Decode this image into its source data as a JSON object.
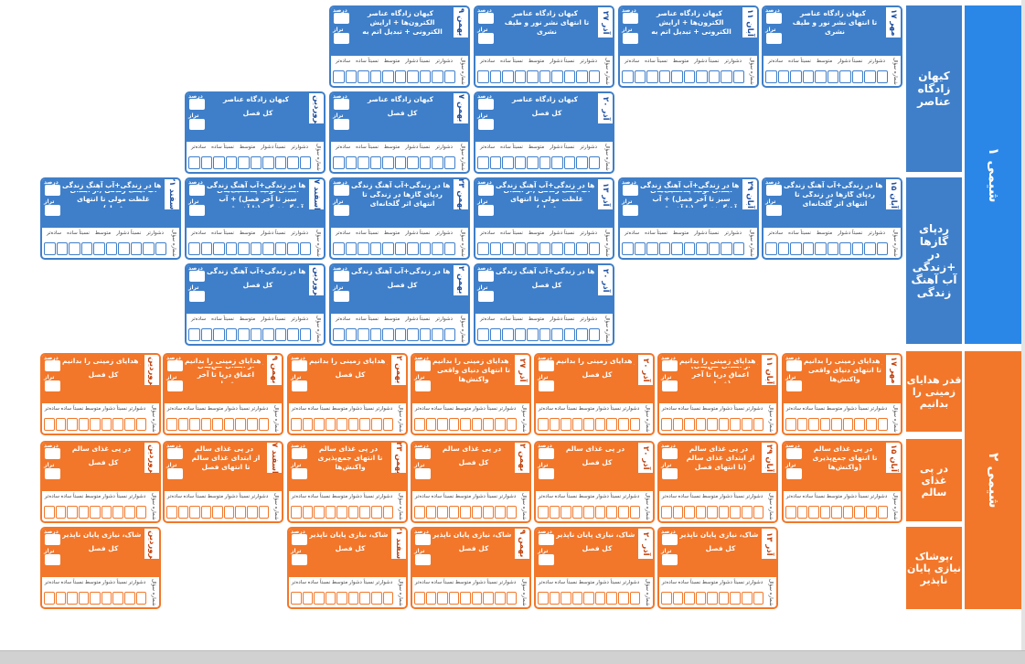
{
  "colors": {
    "blue_bg": "#3f7fc9",
    "blue_dark": "#2a87e8",
    "orange": "#f2772a"
  },
  "chem1": {
    "label": "شیمی ۱"
  },
  "chem2": {
    "label": "شیمی ۲"
  },
  "sections": [
    {
      "line1": "کیهان",
      "line2": "زادگاه",
      "line3": "عناصر"
    },
    {
      "line1": "ردپای گازها",
      "line2": "در زندگی+",
      "line3": "آب آهنگ",
      "line4": "زندگی"
    },
    {
      "line1": "قدر هدایای",
      "line2": "زمینی را",
      "line3": "بدانیم"
    },
    {
      "line1": "در پی غذای",
      "line2": "سالم"
    },
    {
      "line1": "پوشاک،",
      "line2": "نیازی پایان",
      "line3": "ناپذیر"
    }
  ],
  "labels": {
    "total": "تراز",
    "percent": "درصد",
    "cats": [
      "ساده‌تر",
      "نسبتاً ساده",
      "متوسط",
      "نسبتاً دشوار",
      "دشوارتر"
    ],
    "qnum": "شماره سؤال"
  },
  "cards": [
    {
      "c": "blue",
      "date": "۱۷ مهر",
      "title": "کیهان زادگاه عناصر",
      "topic": "تا انتهای نشر نور و طیف نشری"
    },
    {
      "c": "blue",
      "date": "۱۱ آبان",
      "title": "کیهان زادگاه عناصر",
      "topic": "ساختار اتم + توزیع الکترون‌ها + آرایش الکترونی + تبدیل اتم به یون و مولکول"
    },
    {
      "c": "blue",
      "date": "۲۷ آذر",
      "title": "کیهان زادگاه عناصر",
      "topic": "تا انتهای نشر نور و طیف نشری"
    },
    {
      "c": "blue",
      "date": "۹ بهمن",
      "title": "کیهان زادگاه عناصر",
      "topic": "ساختار اتم + توزیع الکترون‌ها + آرایش الکترونی + تبدیل اتم به یون و مولکول"
    },
    {
      "c": "blue",
      "date": "۲۰ آذر",
      "title": "کیهان زادگاه عناصر",
      "topic": "کل فصل"
    },
    {
      "c": "blue",
      "date": "۷ بهمن",
      "title": "کیهان زادگاه عناصر",
      "topic": "کل فصل"
    },
    {
      "c": "blue",
      "date": "۷ فروردین",
      "title": "کیهان زادگاه عناصر",
      "topic": "کل فصل"
    },
    {
      "c": "blue",
      "date": "۱۵ آبان",
      "title": "ردپای گازها در زندگی+آب آهنگ زندگی",
      "topic": "ردپای گازها در زندگی تا انتهای اثر گلخانه‌ای"
    },
    {
      "c": "blue",
      "date": "۲۹ آبان",
      "title": "ردپای گازها در زندگی+آب آهنگ زندگی",
      "topic": "ردپای گازها در زندگی (از ابتدای تولید پلاستیک‌های سبز تا آخر فصل) + آب آهنگ زندگی (تا آخر قسمت در میلیون)"
    },
    {
      "c": "blue",
      "date": "۱۳ آذر",
      "title": "ردپای گازها در زندگی+آب آهنگ زندگی",
      "topic": "آب آهنگ زندگی (از ابتدای غلظت مولی تا انتهای فصل)"
    },
    {
      "c": "blue",
      "date": "۲۳ بهمن",
      "title": "ردپای گازها در زندگی+آب آهنگ زندگی",
      "topic": "ردپای گازها در زندگی تا انتهای اثر گلخانه‌ای"
    },
    {
      "c": "blue",
      "date": "۷ اسفند",
      "title": "ردپای گازها در زندگی+آب آهنگ زندگی",
      "topic": "ردپای گازها در زندگی (از ابتدای تولید پلاستیک‌های سبز تا آخر فصل) + آب آهنگ زندگی (تا آخر قسمت در میلیون)"
    },
    {
      "c": "blue",
      "date": "۲۱ اسفند",
      "title": "ردپای گازها در زندگی+آب آهنگ زندگی",
      "topic": "آب آهنگ زندگی (از ابتدای غلظت مولی تا انتهای فصل)"
    },
    {
      "c": "blue",
      "date": "۲۰ آذر",
      "title": "ردپای گازها در زندگی+آب آهنگ زندگی",
      "topic": "کل فصل"
    },
    {
      "c": "blue",
      "date": "۲ بهمن",
      "title": "ردپای گازها در زندگی+آب آهنگ زندگی",
      "topic": "کل فصل"
    },
    {
      "c": "blue",
      "date": "۷ فروردین",
      "title": "ردپای گازها در زندگی+آب آهنگ زندگی",
      "topic": "کل فصل"
    },
    {
      "c": "orange",
      "date": "۱۷ مهر",
      "title": "قدر هدایای زمینی را بدانیم",
      "topic": "تا انتهای دنیای واقعی واکنش‌ها"
    },
    {
      "c": "orange",
      "date": "۱۱ آبان",
      "title": "قدر هدایای زمینی را بدانیم",
      "topic": "(از ابتدای گنج‌های اعماق دریا تا آخر فصل)"
    },
    {
      "c": "orange",
      "date": "۲۰ آذر",
      "title": "قدر هدایای زمینی را بدانیم",
      "topic": "کل فصل"
    },
    {
      "c": "orange",
      "date": "۲۷ آذر",
      "title": "قدر هدایای زمینی را بدانیم",
      "topic": "تا انتهای دنیای واقعی واکنش‌ها"
    },
    {
      "c": "orange",
      "date": "۲ بهمن",
      "title": "قدر هدایای زمینی را بدانیم",
      "topic": "کل فصل"
    },
    {
      "c": "orange",
      "date": "۹ بهمن",
      "title": "قدر هدایای زمینی را بدانیم",
      "topic": "از ابتدای گنج‌های اعماق دریا تا آخر فصل"
    },
    {
      "c": "orange",
      "date": "۷ فروردین",
      "title": "قدر هدایای زمینی را بدانیم",
      "topic": "کل فصل"
    },
    {
      "c": "orange",
      "date": "۱۵ آبان",
      "title": "در پی غذای سالم",
      "topic": "تا انتهای جمع‌پذیری واکنش‌ها)"
    },
    {
      "c": "orange",
      "date": "۲۹ آبان",
      "title": "در پی غذای سالم",
      "topic": "از ابتدای غذای سالم تا انتهای فصل)"
    },
    {
      "c": "orange",
      "date": "۲۰ آذر",
      "title": "در پی غذای سالم",
      "topic": "کل فصل"
    },
    {
      "c": "orange",
      "date": "۲ بهمن",
      "title": "در پی غذای سالم",
      "topic": "کل فصل"
    },
    {
      "c": "orange",
      "date": "۲۳ بهمن",
      "title": "در پی غذای سالم",
      "topic": "تا انتهای جمع‌پذیری واکنش‌ها"
    },
    {
      "c": "orange",
      "date": "۷ اسفند",
      "title": "در پی غذای سالم",
      "topic": "از ابتدای غذای سالم تا انتهای فصل"
    },
    {
      "c": "orange",
      "date": "۷ فروردین",
      "title": "در پی غذای سالم",
      "topic": "کل فصل"
    },
    {
      "c": "orange",
      "date": "۱۳ آذر",
      "title": "پوشاک، نیازی پایان ناپذیر",
      "topic": "کل فصل"
    },
    {
      "c": "orange",
      "date": "۲۰ آذر",
      "title": "پوشاک، نیازی پایان ناپذیر",
      "topic": "کل فصل"
    },
    {
      "c": "orange",
      "date": "۹ بهمن",
      "title": "پوشاک، نیازی پایان ناپذیر",
      "topic": "کل فصل"
    },
    {
      "c": "orange",
      "date": "۲۱ اسفند",
      "title": "پوشاک، نیازی پایان ناپذیر",
      "topic": "کل فصل"
    },
    {
      "c": "orange",
      "date": "۷ فروردین",
      "title": "پوشاک، نیازی پایان ناپذیر",
      "topic": "کل فصل"
    }
  ]
}
